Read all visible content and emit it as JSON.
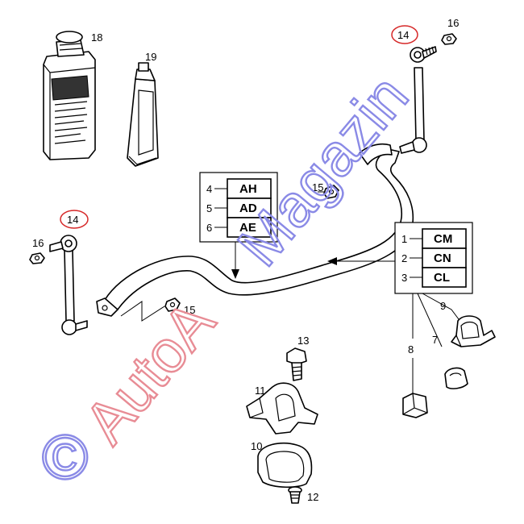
{
  "parts": {
    "p18": "18",
    "p19": "19",
    "p14_top": "14",
    "p16_top": "16",
    "p15_top": "15",
    "p14_left": "14",
    "p16_left": "16",
    "p15_left": "15",
    "p13": "13",
    "p11": "11",
    "p10": "10",
    "p12": "12",
    "p9": "9",
    "p8": "8",
    "p7": "7"
  },
  "table_left": {
    "rows": [
      {
        "num": "4",
        "code": "AH"
      },
      {
        "num": "5",
        "code": "AD"
      },
      {
        "num": "6",
        "code": "AE"
      }
    ]
  },
  "table_right": {
    "rows": [
      {
        "num": "1",
        "code": "CM"
      },
      {
        "num": "2",
        "code": "CN"
      },
      {
        "num": "3",
        "code": "CL"
      }
    ]
  },
  "watermark": {
    "copyright": "©",
    "auto": "AutoA",
    "magazin": "Magazin"
  },
  "colors": {
    "circle_highlight": "#d62828",
    "watermark_red": "#e88c95",
    "watermark_blue": "#8a8ae6"
  }
}
